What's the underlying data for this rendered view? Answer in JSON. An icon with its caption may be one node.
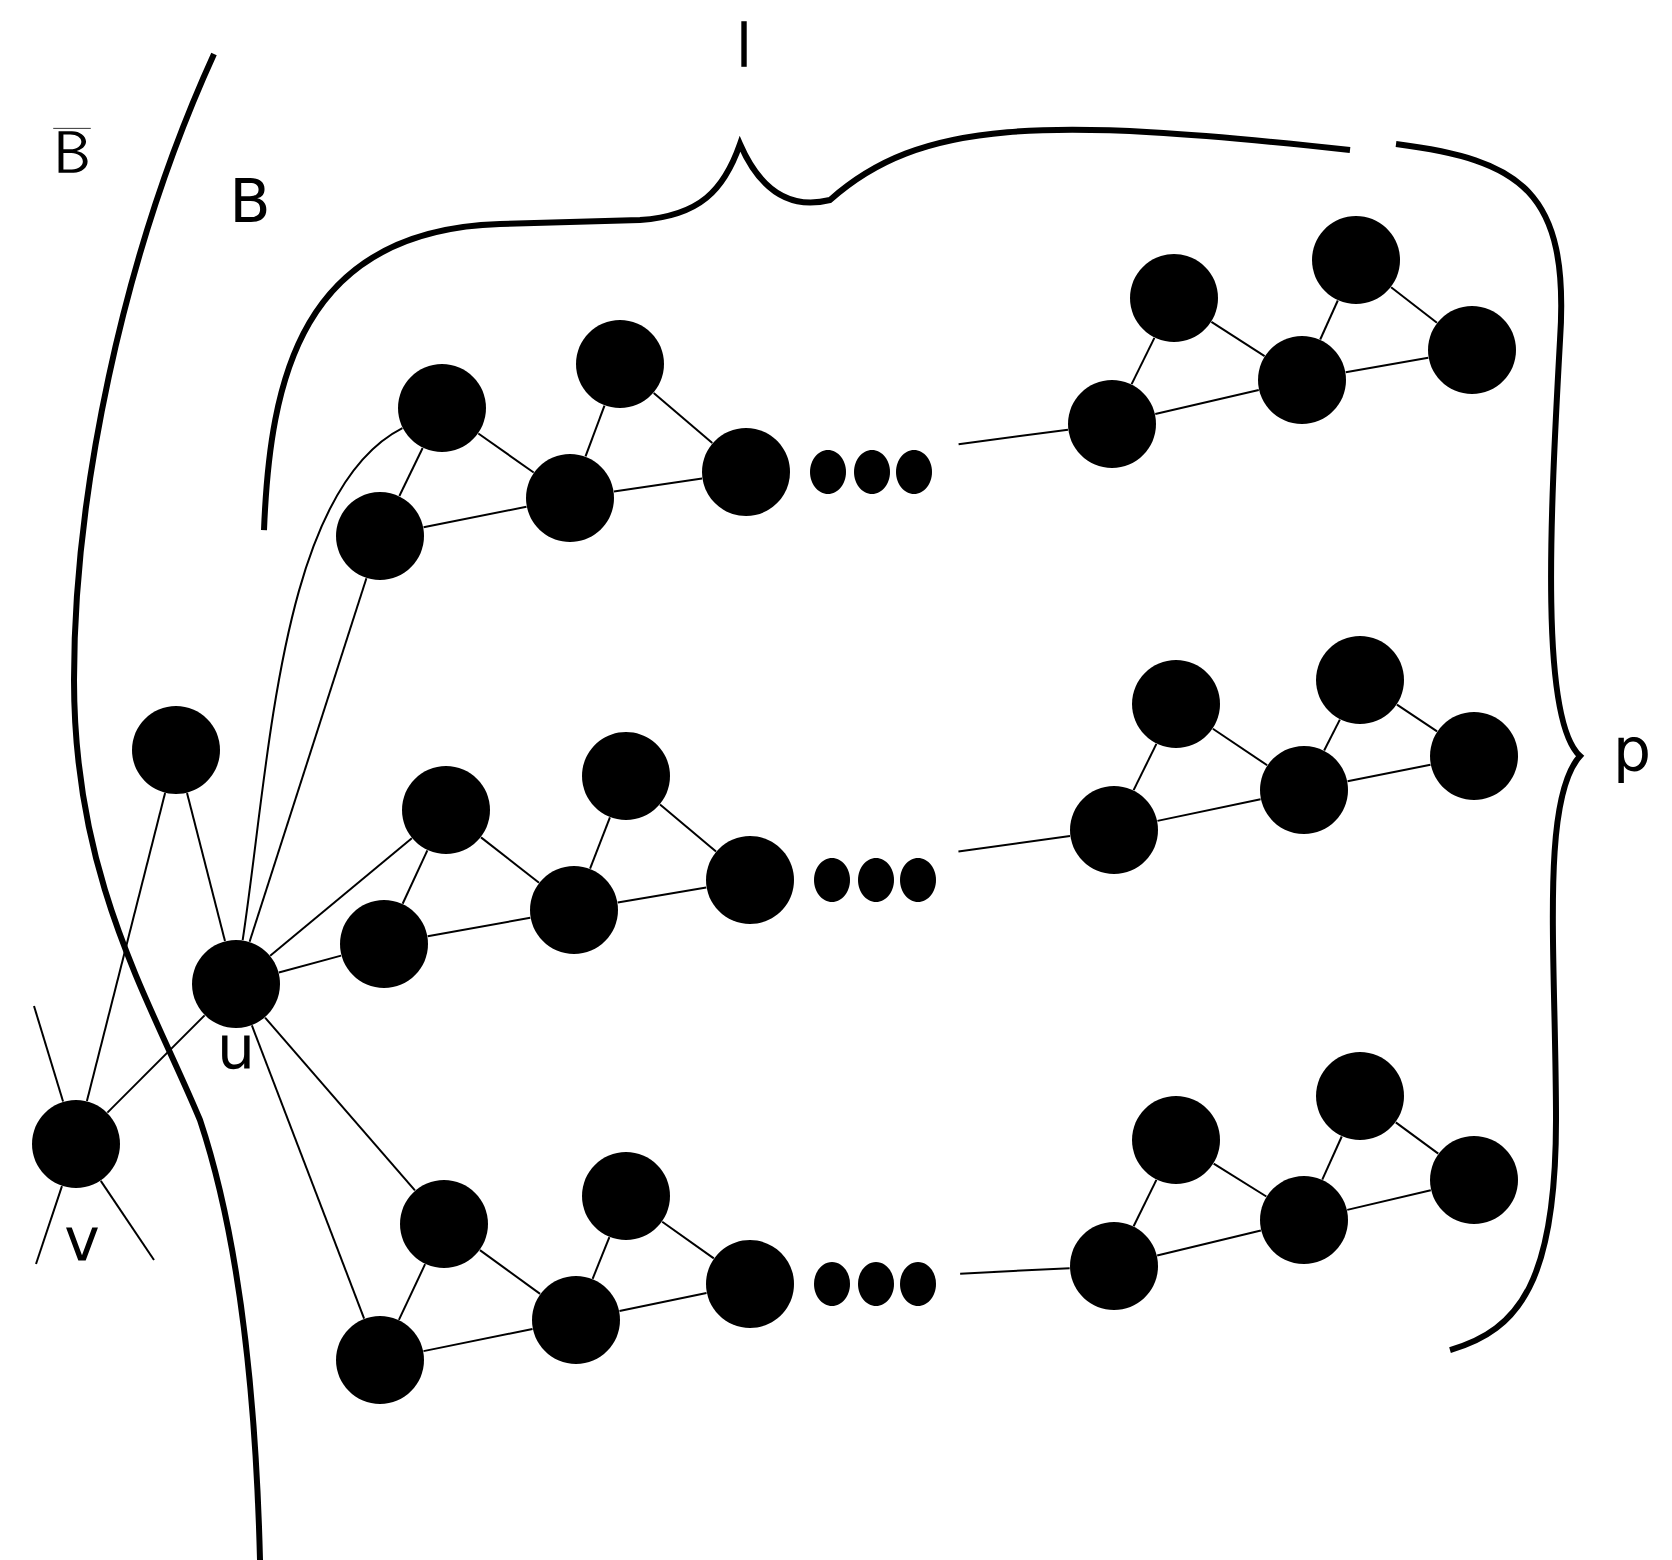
{
  "diagram": {
    "nodes": [
      {
        "text": [],
        "shape": "circle",
        "beside": [
          "u"
        ]
      },
      {
        "text": [],
        "shape": "circle",
        "beside": [
          "v"
        ]
      },
      {
        "text": [],
        "shape": "circle"
      },
      {
        "text": [],
        "shape": "circle"
      },
      {
        "text": [],
        "shape": "circle"
      },
      {
        "text": [],
        "shape": "circle"
      },
      {
        "text": [],
        "shape": "circle"
      },
      {
        "text": [],
        "shape": "circle"
      },
      {
        "text": [],
        "shape": "circle"
      },
      {
        "text": [],
        "shape": "circle"
      },
      {
        "text": [],
        "shape": "circle"
      },
      {
        "text": [],
        "shape": "circle"
      },
      {
        "text": [],
        "shape": "circle"
      },
      {
        "text": [],
        "shape": "circle"
      },
      {
        "text": [],
        "shape": "circle"
      },
      {
        "text": [],
        "shape": "circle"
      },
      {
        "text": [],
        "shape": "circle"
      },
      {
        "text": [],
        "shape": "circle"
      },
      {
        "text": [],
        "shape": "circle"
      },
      {
        "text": [],
        "shape": "circle"
      },
      {
        "text": [],
        "shape": "circle"
      },
      {
        "text": [],
        "shape": "circle"
      },
      {
        "text": [],
        "shape": "circle"
      },
      {
        "text": [],
        "shape": "circle"
      },
      {
        "text": [],
        "shape": "circle"
      },
      {
        "text": [],
        "shape": "circle"
      },
      {
        "text": [],
        "shape": "circle"
      },
      {
        "text": [],
        "shape": "circle"
      },
      {
        "text": [],
        "shape": "circle"
      },
      {
        "text": [],
        "shape": "circle"
      },
      {
        "text": [],
        "shape": "circle"
      },
      {
        "text": [],
        "shape": "circle"
      },
      {
        "text": [],
        "shape": "circle"
      }
    ],
    "edges": [
      {
        "from": 0,
        "to": 1,
        "arrow": "none"
      },
      {
        "from": 0,
        "to": 2,
        "arrow": "none"
      },
      {
        "from": 1,
        "to": 2,
        "arrow": "none"
      },
      {
        "from": null,
        "to": 1,
        "arrow": "none"
      },
      {
        "from": 1,
        "to": null,
        "arrow": "none"
      },
      {
        "from": 1,
        "to": null,
        "arrow": "none"
      },
      {
        "from": 0,
        "to": 3,
        "arrow": "none"
      },
      {
        "from": 0,
        "to": 4,
        "arrow": "none"
      },
      {
        "from": 0,
        "to": 13,
        "arrow": "none"
      },
      {
        "from": 0,
        "to": 14,
        "arrow": "none"
      },
      {
        "from": 0,
        "to": 23,
        "arrow": "none"
      },
      {
        "from": 0,
        "to": 24,
        "arrow": "none"
      },
      {
        "from": 3,
        "to": 4,
        "arrow": "none"
      },
      {
        "from": 3,
        "to": 5,
        "arrow": "none"
      },
      {
        "from": 4,
        "to": 5,
        "arrow": "none"
      },
      {
        "from": 5,
        "to": 6,
        "arrow": "none"
      },
      {
        "from": 6,
        "to": 7,
        "arrow": "none"
      },
      {
        "from": 5,
        "to": 7,
        "arrow": "none"
      },
      {
        "from": 7,
        "to": 8,
        "arrow": "none"
      },
      {
        "from": 8,
        "to": 9,
        "arrow": "none"
      },
      {
        "from": 8,
        "to": 10,
        "arrow": "none"
      },
      {
        "from": 9,
        "to": 10,
        "arrow": "none"
      },
      {
        "from": 10,
        "to": 11,
        "arrow": "none"
      },
      {
        "from": 11,
        "to": 12,
        "arrow": "none"
      },
      {
        "from": 10,
        "to": 12,
        "arrow": "none"
      },
      {
        "from": 13,
        "to": 14,
        "arrow": "none"
      },
      {
        "from": 13,
        "to": 15,
        "arrow": "none"
      },
      {
        "from": 14,
        "to": 15,
        "arrow": "none"
      },
      {
        "from": 15,
        "to": 16,
        "arrow": "none"
      },
      {
        "from": 16,
        "to": 17,
        "arrow": "none"
      },
      {
        "from": 15,
        "to": 17,
        "arrow": "none"
      },
      {
        "from": 17,
        "to": 18,
        "arrow": "none"
      },
      {
        "from": 18,
        "to": 19,
        "arrow": "none"
      },
      {
        "from": 18,
        "to": 20,
        "arrow": "none"
      },
      {
        "from": 19,
        "to": 20,
        "arrow": "none"
      },
      {
        "from": 20,
        "to": 21,
        "arrow": "none"
      },
      {
        "from": 21,
        "to": 22,
        "arrow": "none"
      },
      {
        "from": 20,
        "to": 22,
        "arrow": "none"
      },
      {
        "from": 23,
        "to": 24,
        "arrow": "none"
      },
      {
        "from": 23,
        "to": 25,
        "arrow": "none"
      },
      {
        "from": 24,
        "to": 25,
        "arrow": "none"
      },
      {
        "from": 25,
        "to": 26,
        "arrow": "none"
      },
      {
        "from": 26,
        "to": 27,
        "arrow": "none"
      },
      {
        "from": 25,
        "to": 27,
        "arrow": "none"
      },
      {
        "from": 27,
        "to": 28,
        "arrow": "none"
      },
      {
        "from": 28,
        "to": 29,
        "arrow": "none"
      },
      {
        "from": 28,
        "to": 30,
        "arrow": "none"
      },
      {
        "from": 29,
        "to": 30,
        "arrow": "none"
      },
      {
        "from": 30,
        "to": 31,
        "arrow": "none"
      },
      {
        "from": 31,
        "to": 32,
        "arrow": "none"
      },
      {
        "from": 30,
        "to": 32,
        "arrow": "none"
      }
    ],
    "labels": [
      "\\overline{\\mathsf{B}}",
      "B",
      "l",
      "p"
    ]
  }
}
